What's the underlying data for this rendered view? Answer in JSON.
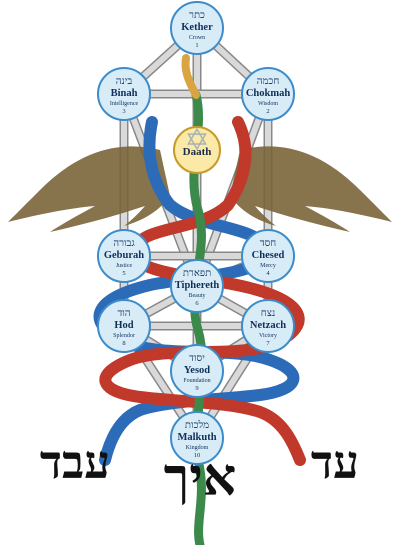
{
  "colors": {
    "sphere_fill": "#d8ecf8",
    "sphere_edge": "#3c8ccc",
    "sphere_text": "#10305a",
    "path_fill": "#d9d9d9",
    "path_edge": "#888888",
    "daath_fill": "#fbe9a8",
    "daath_edge": "#c89a28",
    "serpent_blue": "#2c6bb8",
    "serpent_red": "#c0392b",
    "serpent_gold": "#d9a441",
    "serpent_green": "#3c8a4a",
    "wing": "#7a6438",
    "heb_large": "#111111"
  },
  "sephiroth": [
    {
      "id": "kether",
      "hebrew": "כתר",
      "name": "Kether",
      "meaning": "Crown",
      "number": "1"
    },
    {
      "id": "chokmah",
      "hebrew": "חכמה",
      "name": "Chokmah",
      "meaning": "Wisdom",
      "number": "2"
    },
    {
      "id": "binah",
      "hebrew": "בינה",
      "name": "Binah",
      "meaning": "Intelligence",
      "number": "3"
    },
    {
      "id": "chesed",
      "hebrew": "חסד",
      "name": "Chesed",
      "meaning": "Mercy",
      "number": "4"
    },
    {
      "id": "geburah",
      "hebrew": "גבורה",
      "name": "Geburah",
      "meaning": "Justice",
      "number": "5"
    },
    {
      "id": "tiphereth",
      "hebrew": "תפארת",
      "name": "Tiphereth",
      "meaning": "Beauty",
      "number": "6"
    },
    {
      "id": "netzach",
      "hebrew": "נצח",
      "name": "Netzach",
      "meaning": "Victory",
      "number": "7"
    },
    {
      "id": "hod",
      "hebrew": "הוד",
      "name": "Hod",
      "meaning": "Splendor",
      "number": "8"
    },
    {
      "id": "yesod",
      "hebrew": "יסוד",
      "name": "Yesod",
      "meaning": "Foundation",
      "number": "9"
    },
    {
      "id": "malkuth",
      "hebrew": "מלכות",
      "name": "Malkuth",
      "meaning": "Kingdom",
      "number": "10"
    }
  ],
  "daath": {
    "name": "Daath",
    "symbol": "✡"
  },
  "large_words": {
    "left": "עבד",
    "center": "איך",
    "right": "עד"
  }
}
